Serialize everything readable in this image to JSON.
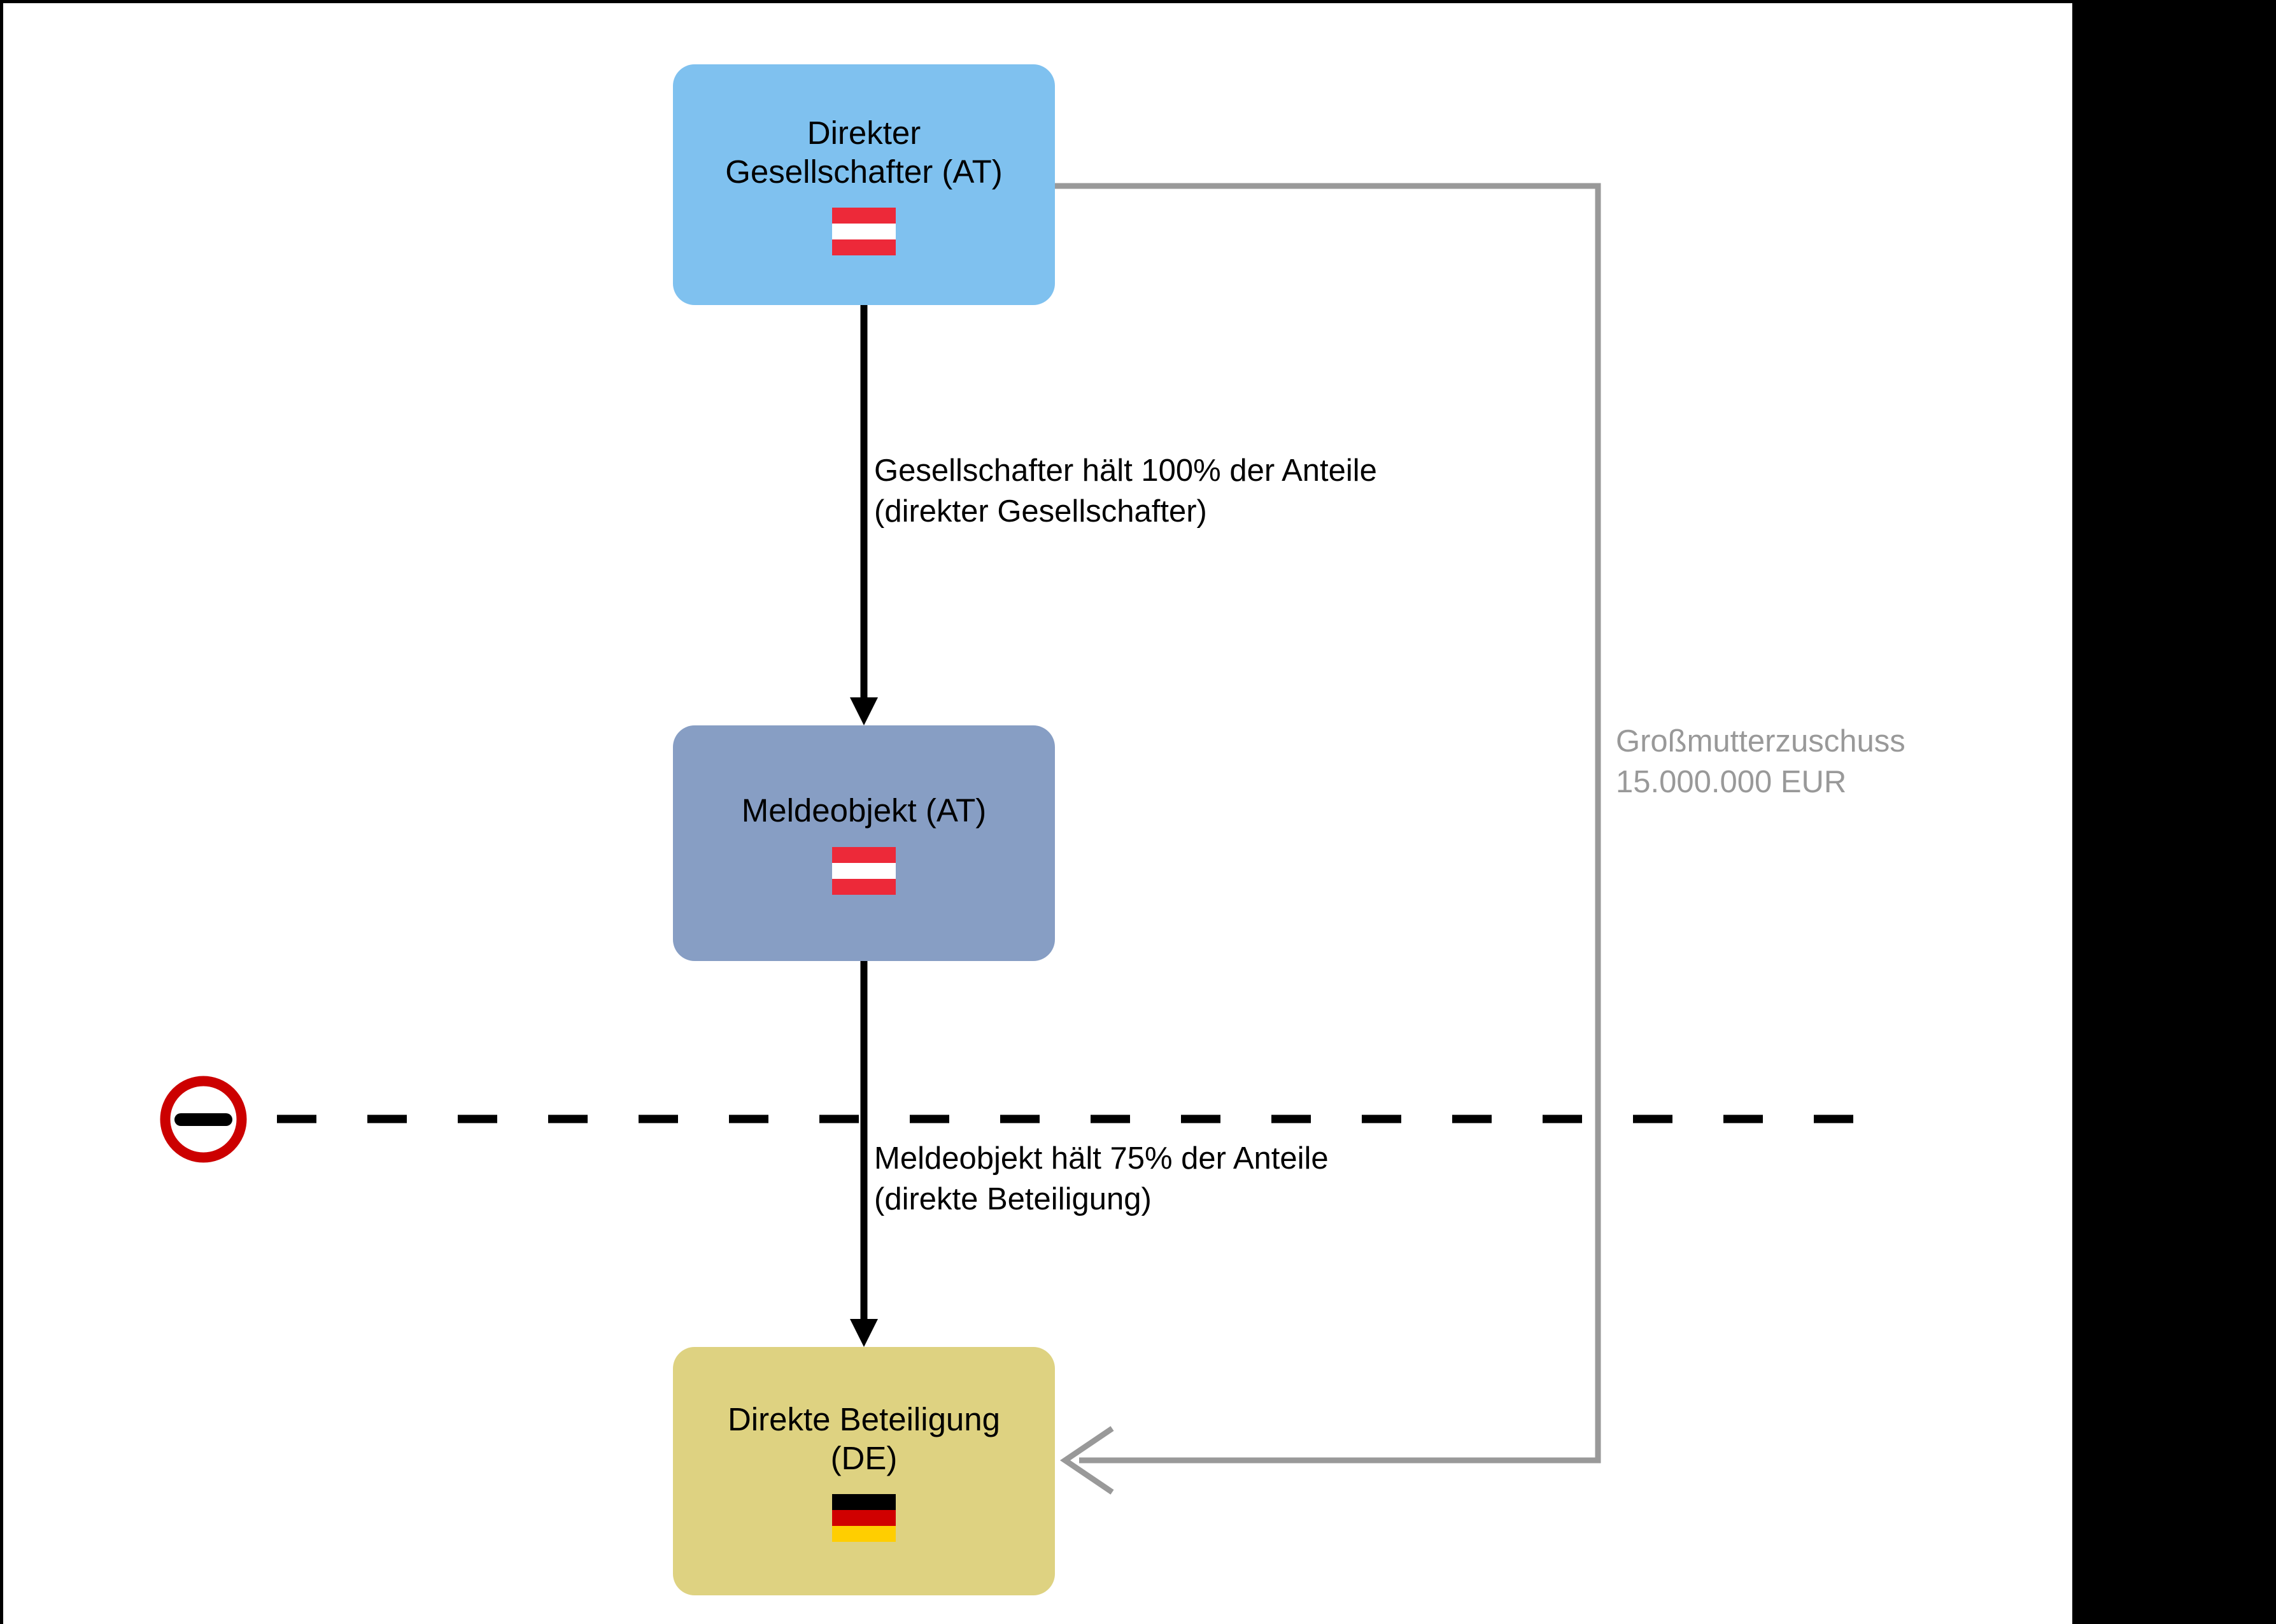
{
  "diagram": {
    "type": "ownership-structure-flow",
    "title_visible": false,
    "background_color": "#FFFFFF",
    "letterbox_color": "#000000",
    "nodes": [
      {
        "id": "shareholder",
        "label": "Direkter\nGesellschafter (AT)",
        "country": "AT",
        "flag_icon": "flag-austria-icon",
        "fill": "#7FC1EF"
      },
      {
        "id": "reporting-entity",
        "label": "Meldeobjekt (AT)",
        "country": "AT",
        "flag_icon": "flag-austria-icon",
        "fill": "#879EC4"
      },
      {
        "id": "participation",
        "label": "Direkte Beteiligung\n(DE)",
        "country": "DE",
        "flag_icon": "flag-germany-icon",
        "fill": "#DED281"
      }
    ],
    "edges": [
      {
        "id": "edge-shareholder-to-reporting",
        "from": "shareholder",
        "to": "reporting-entity",
        "label": "Gesellschafter hält 100% der Anteile\n(direkter Gesellschafter)",
        "percent": "100%",
        "color": "#000000",
        "style": "solid-arrow"
      },
      {
        "id": "edge-reporting-to-participation",
        "from": "reporting-entity",
        "to": "participation",
        "label": "Meldeobjekt hält 75% der Anteile\n(direkte Beteiligung)",
        "percent": "75%",
        "color": "#000000",
        "style": "solid-arrow"
      },
      {
        "id": "edge-shareholder-to-participation",
        "from": "shareholder",
        "to": "participation",
        "label": "Großmutterzuschuss\n15.000.000 EUR",
        "amount": "15.000.000 EUR",
        "amount_type": "Großmutterzuschuss",
        "color": "#999999",
        "style": "orthogonal-open-arrow"
      }
    ],
    "border_line": {
      "id": "country-border-line",
      "style": "dashed",
      "color": "#000000",
      "marker_icon": "no-entry-icon",
      "marker_circle_color": "#CC0000",
      "marker_bar_color": "#000000"
    }
  }
}
